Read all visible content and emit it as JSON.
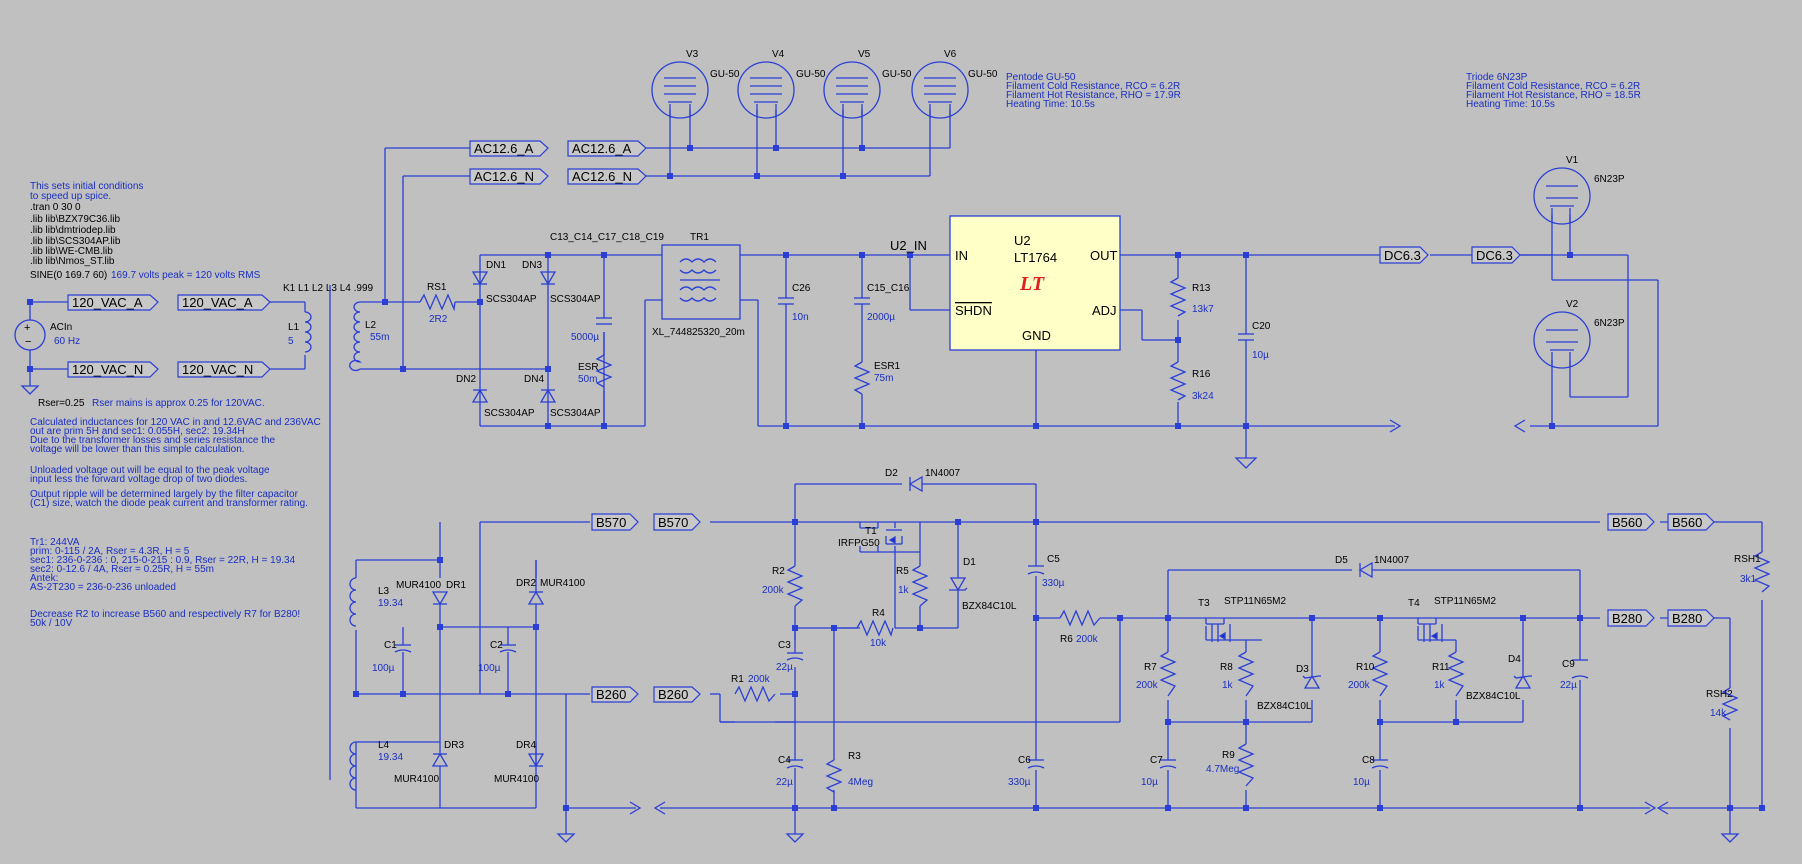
{
  "net_labels": {
    "ac12_a": "AC12.6_A",
    "ac12_n": "AC12.6_N",
    "vac_a": "120_VAC_A",
    "vac_n": "120_VAC_N",
    "dc63": "DC6.3",
    "u2_in": "U2_IN",
    "b570": "B570",
    "b560": "B560",
    "b260": "B260",
    "b280": "B280"
  },
  "notes_left": [
    "This sets initial conditions",
    "to speed up spice.",
    ".tran 0 30 0",
    ".lib lib\\BZX79C36.lib",
    ".lib lib\\dmtriodep.lib",
    ".lib lib\\SCS304AP.lib",
    ".lib lib\\WE-CMB.lib",
    ".lib lib\\Nmos_ST.lib"
  ],
  "sine_directive": "SINE(0 169.7 60)",
  "sine_comment": "169.7 volts peak = 120 volts RMS",
  "coupling": "K1 L1 L2 L3 L4 .999",
  "rser_directive": "Rser=0.25",
  "rser_comment": "Rser mains is approx 0.25 for 120VAC.",
  "calc_notes": [
    "Calculated inductances for 120 VAC in and 12.6VAC and 236VAC",
    "out are prim 5H and sec1: 0.055H, sec2: 19.34H",
    "Due to the transformer losses and series resistance the",
    "voltage will be lower than this simple calculation."
  ],
  "unloaded_notes": [
    "Unloaded voltage out will be equal to the peak voltage",
    "input less the forward voltage drop of two diodes."
  ],
  "ripple_notes": [
    "Output ripple will be determined largely by the filter capacitor",
    "(C1) size, watch the diode peak current and transformer rating."
  ],
  "tr1_notes": [
    "Tr1: 244VA",
    "prim: 0-115 / 2A, Rser = 4.3R, H = 5",
    "sec1: 236-0-236 : 0, 215-0-215 : 0.9, Rser = 22R, H = 19.34",
    "sec2: 0-12.6 / 4A, Rser = 0.25R, H = 55m",
    "Antek:",
    "AS-2T230 = 236-0-236 unloaded"
  ],
  "decrease_notes": [
    "Decrease R2 to increase B560 and respectively R7 for B280!",
    "50k / 10V"
  ],
  "pentode_notes": [
    "Pentode GU-50",
    "Filament Cold Resistance, RCO = 6.2R",
    "Filament Hot Resistance, RHO = 17.9R",
    "Heating Time: 10.5s"
  ],
  "triode_notes": [
    "Triode 6N23P",
    "Filament Cold Resistance, RCO = 6.2R",
    "Filament Hot Resistance, RHO = 18.5R",
    "Heating Time: 10.5s"
  ],
  "ic": {
    "ref": "U2",
    "part": "LT1764",
    "pin_in": "IN",
    "pin_shdn": "SHDN",
    "pin_out": "OUT",
    "pin_adj": "ADJ",
    "pin_gnd": "GND",
    "logo": "LT"
  },
  "tubes": {
    "v3": "V3",
    "v4": "V4",
    "v5": "V5",
    "v6": "V6",
    "gu50": "GU-50",
    "v1": "V1",
    "v2": "V2",
    "n6n23p": "6N23P"
  },
  "parts": {
    "acin": "ACIn",
    "acin_f": "60 Hz",
    "l1": "L1",
    "l1v": "5",
    "l2": "L2",
    "l2v": "55m",
    "rs1": "RS1",
    "rs1v": "2R2",
    "dn1": "DN1",
    "dn2": "DN2",
    "dn3": "DN3",
    "dn4": "DN4",
    "scs": "SCS304AP",
    "cbank": "C13_C14_C17_C18_C19",
    "c5000": "5000µ",
    "esr": "ESR",
    "esrv": "50m",
    "tr1": "TR1",
    "tr1v": "XL_744825320_20m",
    "c26": "C26",
    "c26v": "10n",
    "c15": "C15_C16",
    "c15v": "2000µ",
    "esr1": "ESR1",
    "esr1v": "75m",
    "r13": "R13",
    "r13v": "13k7",
    "r16": "R16",
    "r16v": "3k24",
    "c20": "C20",
    "c20v": "10µ",
    "l3": "L3",
    "l3v": "19.34",
    "l4": "L4",
    "l4v": "19.34",
    "mur": "MUR4100",
    "dr1": "DR1",
    "dr2": "DR2",
    "dr3": "DR3",
    "dr4": "DR4",
    "c1": "C1",
    "c1v": "100µ",
    "c2": "C2",
    "c2v": "100µ",
    "d2": "D2",
    "n4007": "1N4007",
    "t1": "T1",
    "irfpg50": "IRFPG50",
    "r2": "R2",
    "r2v": "200k",
    "r5": "R5",
    "r5v": "1k",
    "d1": "D1",
    "bzx": "BZX84C10L",
    "c3": "C3",
    "c3v": "22µ",
    "r4": "R4",
    "r4v": "10k",
    "r1": "R1",
    "r1v": "200k",
    "c4": "C4",
    "c4v": "22µ",
    "r3": "R3",
    "r3v": "4Meg",
    "c5": "C5",
    "c5v": "330µ",
    "c6": "C6",
    "c6v": "330µ",
    "r6": "R6",
    "r6v": "200k",
    "d5": "D5",
    "t3": "T3",
    "t4": "T4",
    "stp": "STP11N65M2",
    "r7": "R7",
    "r7v": "200k",
    "r8": "R8",
    "r8v": "1k",
    "d3": "D3",
    "r10": "R10",
    "r10v": "200k",
    "r11": "R11",
    "r11v": "1k",
    "d4": "D4",
    "c9": "C9",
    "c9v": "22µ",
    "r9": "R9",
    "r9v": "4.7Meg",
    "c7": "C7",
    "c7v": "10µ",
    "c8": "C8",
    "c8v": "10µ",
    "rsh1": "RSH1",
    "rsh1v": "3k1",
    "rsh2": "RSH2",
    "rsh2v": "14k"
  },
  "colors": {
    "background": "#c0c0c0",
    "wire": "#2a3fd6",
    "ic_fill": "#ffffc8",
    "logo": "#e0201c"
  }
}
